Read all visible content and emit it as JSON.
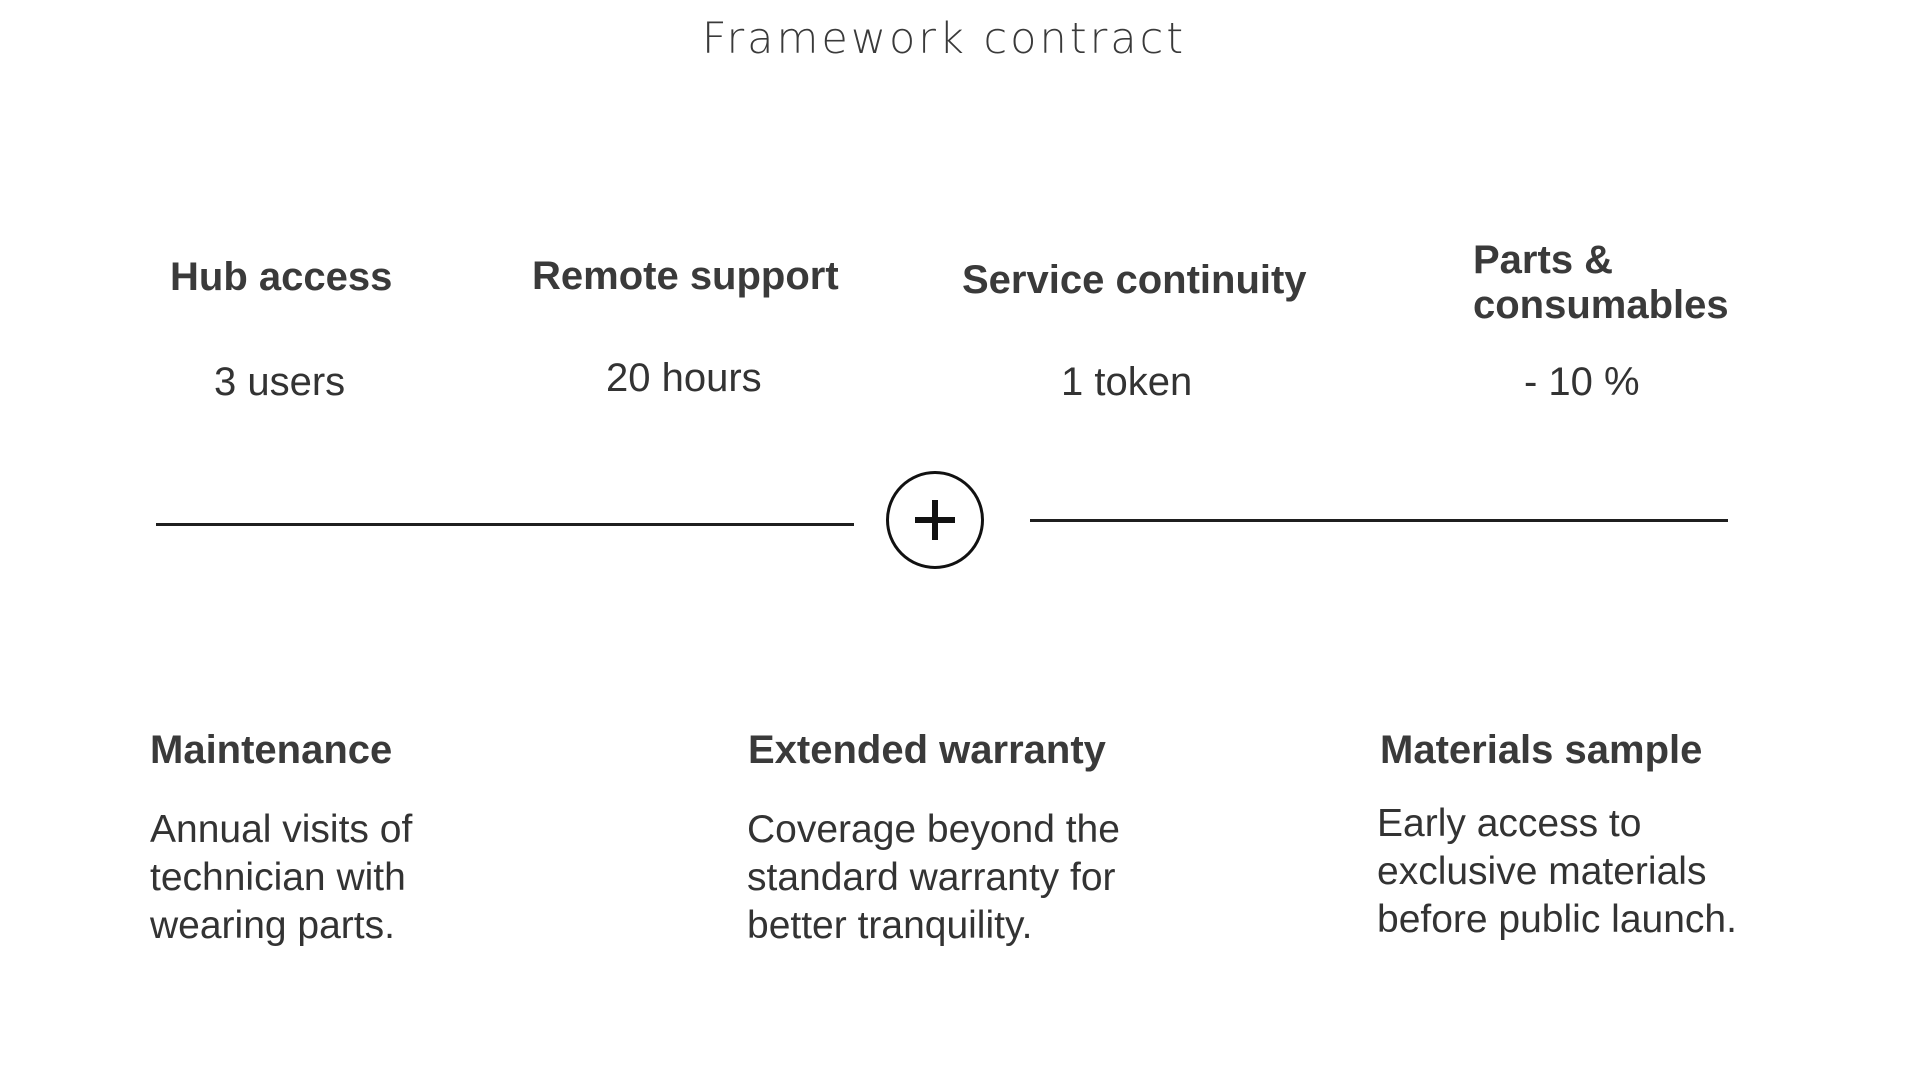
{
  "header": {
    "title": "Framework contract"
  },
  "included_features": [
    {
      "label": "Hub access",
      "value": "3 users"
    },
    {
      "label": "Remote support",
      "value": "20 hours"
    },
    {
      "label": "Service continuity",
      "value": "1 token"
    },
    {
      "label": "Parts & consumables",
      "value": "- 10 %"
    }
  ],
  "divider": {
    "icon": "plus-icon"
  },
  "options": [
    {
      "title": "Maintenance",
      "description": "Annual visits of technician with wearing parts."
    },
    {
      "title": "Extended warranty",
      "description": "Coverage beyond the standard warranty for better tranquility."
    },
    {
      "title": "Materials sample",
      "description": "Early access to exclusive materials before public launch."
    }
  ]
}
